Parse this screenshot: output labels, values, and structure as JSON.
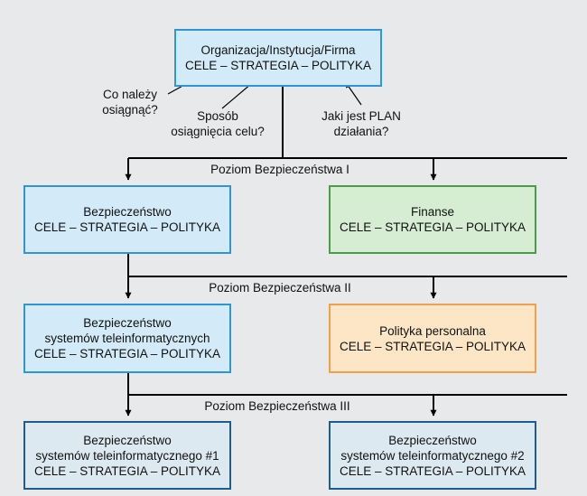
{
  "top_box": {
    "line1": "Organizacja/Instytucja/Firma",
    "line2": "CELE – STRATEGIA – POLITYKA"
  },
  "questions": {
    "q1_line1": "Co należy",
    "q1_line2": "osiągnąć?",
    "q2_line1": "Sposób",
    "q2_line2": "osiągnięcia celu?",
    "q3_line1": "Jaki jest PLAN",
    "q3_line2": "działania?"
  },
  "levels": {
    "level1": "Poziom Bezpieczeństwa I",
    "level2": "Poziom Bezpieczeństwa II",
    "level3": "Poziom Bezpieczeństwa III"
  },
  "row1": {
    "left_line1": "Bezpieczeństwo",
    "left_line2": "CELE – STRATEGIA – POLITYKA",
    "right_line1": "Finanse",
    "right_line2": "CELE – STRATEGIA – POLITYKA"
  },
  "row2": {
    "left_line1": "Bezpieczeństwo",
    "left_line2": "systemów teleinformatycznych",
    "left_line3": "CELE – STRATEGIA – POLITYKA",
    "right_line1": "Polityka personalna",
    "right_line2": "CELE – STRATEGIA – POLITYKA"
  },
  "row3": {
    "left_line1": "Bezpieczeństwo",
    "left_line2": "systemów teleinformatycznego #1",
    "left_line3": "CELE – STRATEGIA – POLITYKA",
    "right_line1": "Bezpieczeństwo",
    "right_line2": "systemów teleinformatycznego #2",
    "right_line3": "CELE – STRATEGIA – POLITYKA"
  },
  "colors": {
    "blue_fill": "#d3ebf8",
    "blue_border": "#2d97d3",
    "green_fill": "#d6ecd3",
    "green_border": "#4a9c46",
    "orange_fill": "#fce6c6",
    "orange_border": "#efa24a",
    "navy_fill": "#dde9f1",
    "navy_border": "#1d5d86",
    "background": "#e8e9ea"
  }
}
